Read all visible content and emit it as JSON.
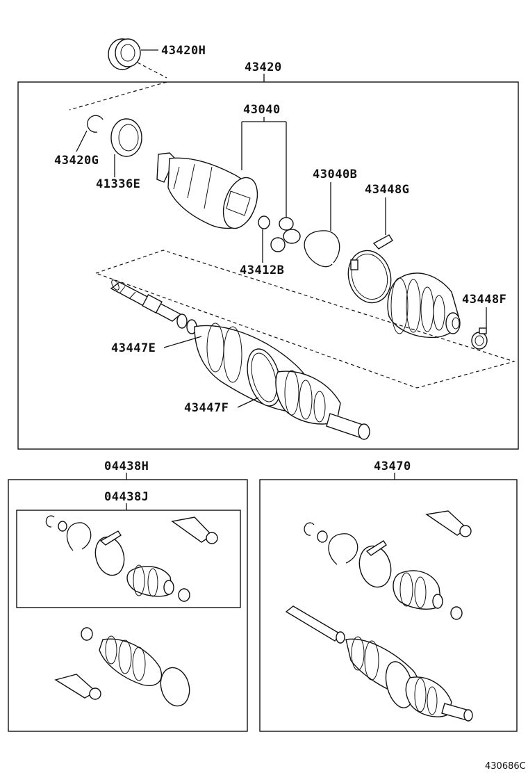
{
  "labels": {
    "p43420H": "43420H",
    "p43420": "43420",
    "p43040": "43040",
    "p43420G": "43420G",
    "p41336E": "41336E",
    "p43040B": "43040B",
    "p43448G": "43448G",
    "p43412B": "43412B",
    "p43448F": "43448F",
    "p43447E": "43447E",
    "p43447F": "43447F",
    "p04438H": "04438H",
    "p04438J": "04438J",
    "p43470": "43470"
  },
  "diagram_code": "430686C"
}
